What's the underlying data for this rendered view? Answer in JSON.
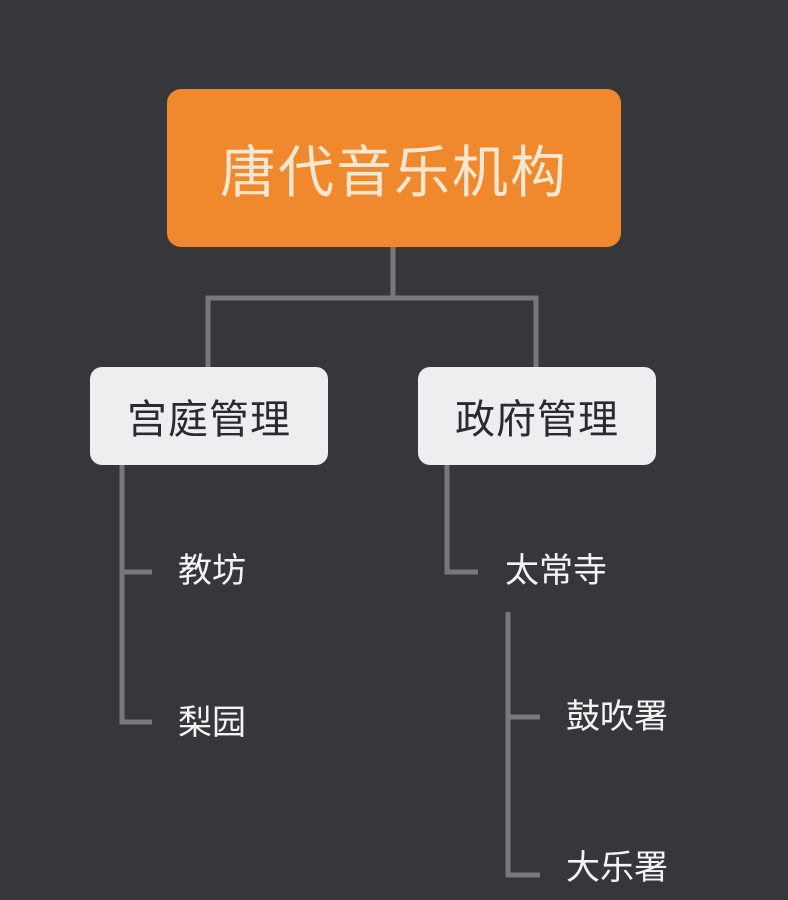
{
  "diagram": {
    "root": {
      "label": "唐代音乐机构"
    },
    "branches": [
      {
        "label": "宫庭管理",
        "children": [
          {
            "label": "教坊"
          },
          {
            "label": "梨园"
          }
        ]
      },
      {
        "label": "政府管理",
        "children": [
          {
            "label": "太常寺",
            "children": [
              {
                "label": "鼓吹署"
              },
              {
                "label": "大乐署"
              }
            ]
          }
        ]
      }
    ]
  },
  "colors": {
    "background": "#36373b",
    "root_fill": "#f0892e",
    "branch_fill": "#eceef0",
    "connector": "#76787c",
    "leaf_text": "#f4f4f4"
  }
}
